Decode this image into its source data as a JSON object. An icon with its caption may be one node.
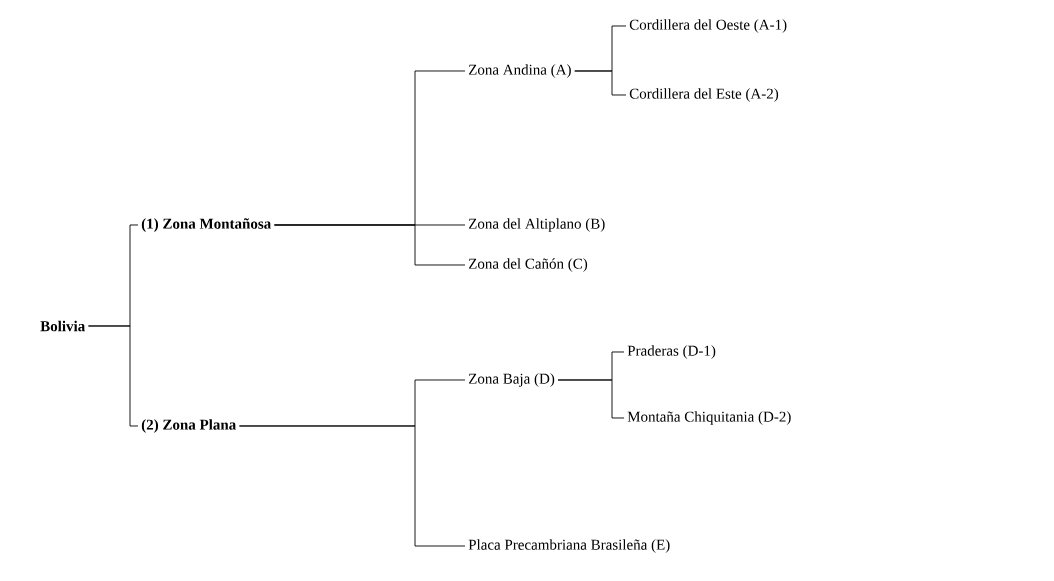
{
  "diagram": {
    "nodes": [
      {
        "text": [
          "Bolivia"
        ]
      },
      {
        "text": [
          "(1) Zona Montañosa"
        ]
      },
      {
        "text": [
          "Zona Andina (A)"
        ]
      },
      {
        "text": [
          "Cordillera del Oeste (A-1)"
        ]
      },
      {
        "text": [
          "Cordillera del Este (A-2)"
        ]
      },
      {
        "text": [
          "Zona del Altiplano (B)"
        ]
      },
      {
        "text": [
          "Zona del Cañón (C)"
        ]
      },
      {
        "text": [
          "(2) Zona Plana"
        ]
      },
      {
        "text": [
          "Zona Baja (D)"
        ]
      },
      {
        "text": [
          "Praderas (D-1)"
        ]
      },
      {
        "text": [
          "Montaña Chiquitania (D-2)"
        ]
      },
      {
        "text": [
          "Placa Precambriana Brasileña (E)"
        ]
      }
    ],
    "edges": [
      {
        "from": 0,
        "to": 1,
        "arrow": "none"
      },
      {
        "from": 0,
        "to": 7,
        "arrow": "none"
      },
      {
        "from": 1,
        "to": 2,
        "arrow": "none"
      },
      {
        "from": 1,
        "to": 5,
        "arrow": "none"
      },
      {
        "from": 1,
        "to": 6,
        "arrow": "none"
      },
      {
        "from": 2,
        "to": 3,
        "arrow": "none"
      },
      {
        "from": 2,
        "to": 4,
        "arrow": "none"
      },
      {
        "from": 7,
        "to": 8,
        "arrow": "none"
      },
      {
        "from": 7,
        "to": 11,
        "arrow": "none"
      },
      {
        "from": 8,
        "to": 9,
        "arrow": "none"
      },
      {
        "from": 8,
        "to": 10,
        "arrow": "none"
      }
    ]
  }
}
